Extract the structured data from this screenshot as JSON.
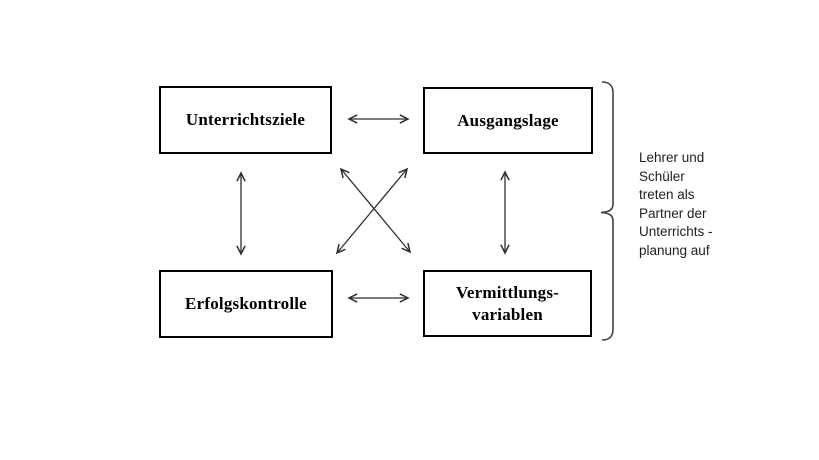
{
  "diagram": {
    "boxes": {
      "unterrichtsziele": {
        "label": "Unterrichtsziele"
      },
      "ausgangslage": {
        "label": "Ausgangslage"
      },
      "erfolgskontrolle": {
        "label": "Erfolgskontrolle"
      },
      "vermittlungsvariablen": {
        "line1": "Vermittlungs-",
        "line2": "variablen"
      }
    },
    "annotation": {
      "lines": [
        "Lehrer und",
        "Schüler",
        "treten als",
        "Partner der",
        "Unterrichts -",
        "planung auf"
      ],
      "full_text": "Lehrer und Schüler treten als Partner der Unterrichts - planung auf"
    },
    "connections": [
      {
        "from": "Unterrichtsziele",
        "to": "Ausgangslage",
        "bidirectional": true
      },
      {
        "from": "Erfolgskontrolle",
        "to": "Vermittlungsvariablen",
        "bidirectional": true
      },
      {
        "from": "Unterrichtsziele",
        "to": "Erfolgskontrolle",
        "bidirectional": true
      },
      {
        "from": "Ausgangslage",
        "to": "Vermittlungsvariablen",
        "bidirectional": true
      },
      {
        "from": "Unterrichtsziele",
        "to": "Vermittlungsvariablen",
        "bidirectional": true
      },
      {
        "from": "Ausgangslage",
        "to": "Erfolgskontrolle",
        "bidirectional": true
      }
    ],
    "colors": {
      "background": "#ffffff",
      "box_border": "#000000",
      "box_fill": "#ffffff",
      "box_text": "#000000",
      "arrow": "#2f2f2f",
      "bracket": "#3f3f3f",
      "annotation_text": "#1f1f1f"
    }
  }
}
